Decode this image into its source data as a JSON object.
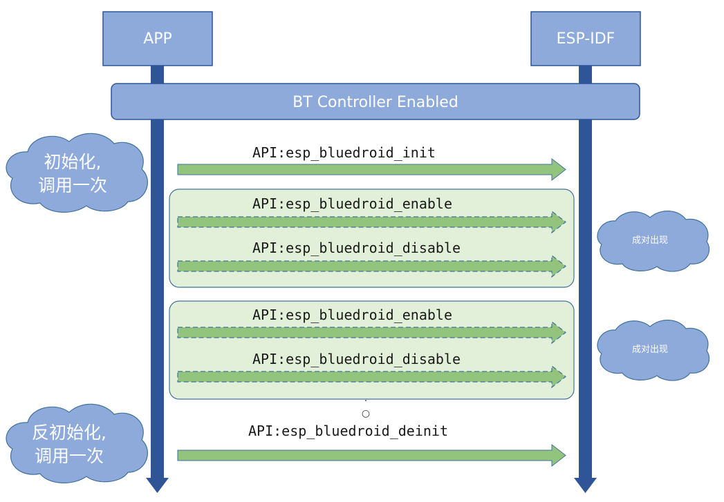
{
  "participants": {
    "app": "APP",
    "esp_idf": "ESP-IDF"
  },
  "controller_bar": "BT Controller Enabled",
  "calls": {
    "init": "API:esp_bluedroid_init",
    "group1_enable": "API:esp_bluedroid_enable",
    "group1_disable": "API:esp_bluedroid_disable",
    "group2_enable": "API:esp_bluedroid_enable",
    "group2_disable": "API:esp_bluedroid_disable",
    "deinit": "API:esp_bluedroid_deinit"
  },
  "notes": {
    "init_line1": "初始化,",
    "init_line2": "调用一次",
    "pair1": "成对出现",
    "pair2": "成对出现",
    "deinit_line1": "反初始化,",
    "deinit_line2": "调用一次"
  },
  "ellipsis_marks": ".",
  "ellipsis_circle": "○",
  "colors": {
    "box_fill": "#8eaadb",
    "box_stroke": "#2f5597",
    "lifeline": "#2f5597",
    "arrow_fill": "#92c47d",
    "arrow_stroke": "#41719c",
    "group_fill": "#e2f0d9",
    "group_stroke": "#41719c",
    "cloud_fill": "#8eaadb"
  }
}
